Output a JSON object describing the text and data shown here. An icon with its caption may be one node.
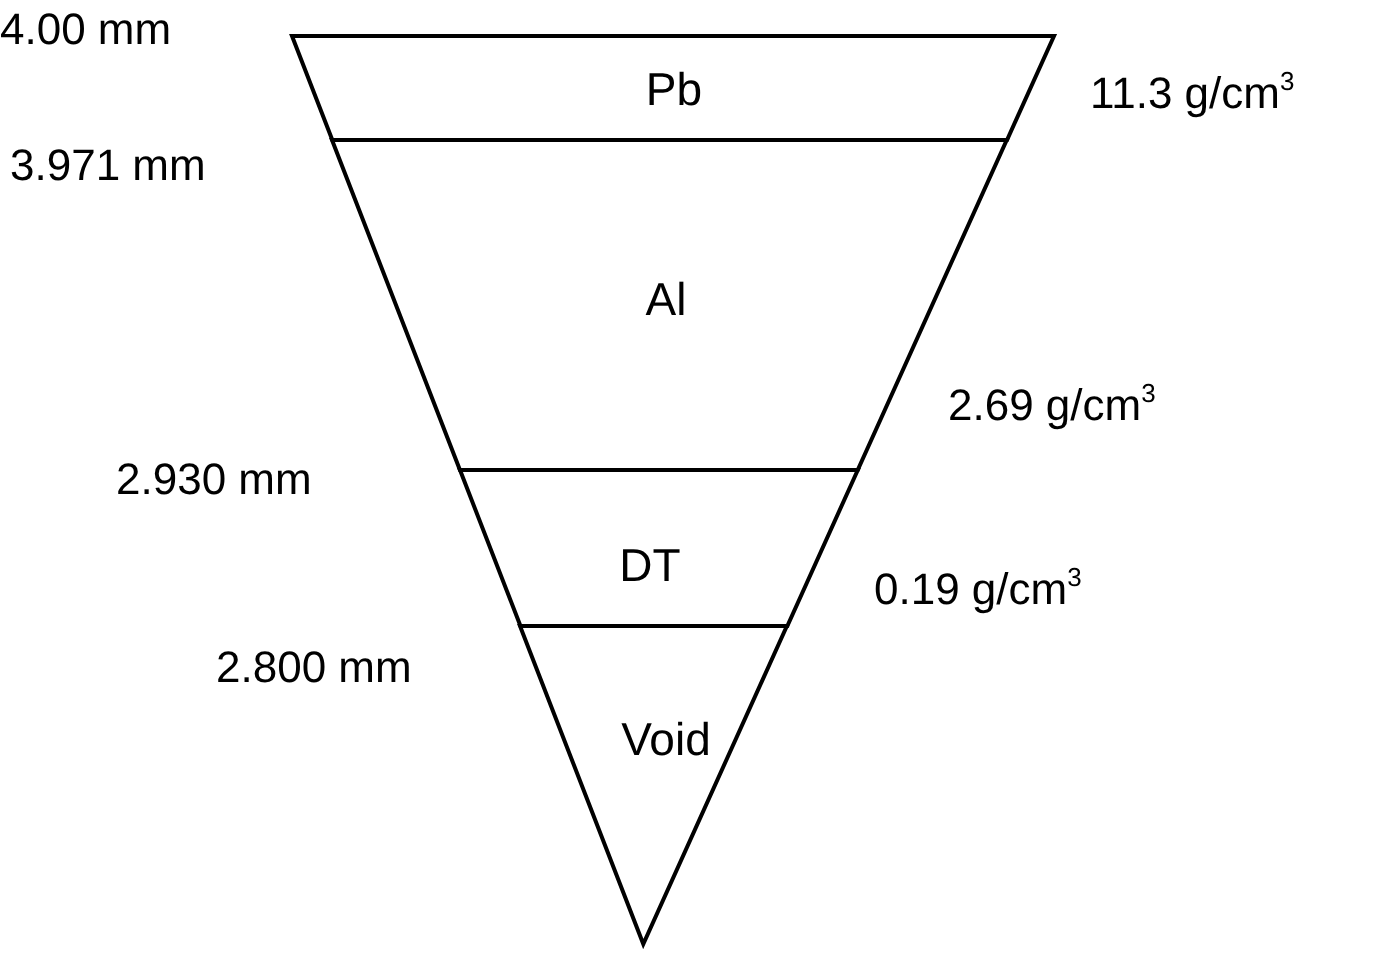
{
  "diagram": {
    "nodes": [
      {
        "text": [
          "Pb"
        ],
        "beside": [
          "11.3 g/cm$^{3}$"
        ]
      },
      {
        "text": [
          "Al"
        ],
        "beside": [
          "2.69 g/cm$^{3}$"
        ]
      },
      {
        "text": [
          "DT"
        ],
        "beside": [
          "0.19 g/cm$^{3}$"
        ]
      },
      {
        "text": [
          "Void"
        ]
      }
    ],
    "edges": [],
    "labels": [
      "4.00 mm",
      "3.971 mm",
      "2.930 mm",
      "2.800 mm"
    ]
  }
}
